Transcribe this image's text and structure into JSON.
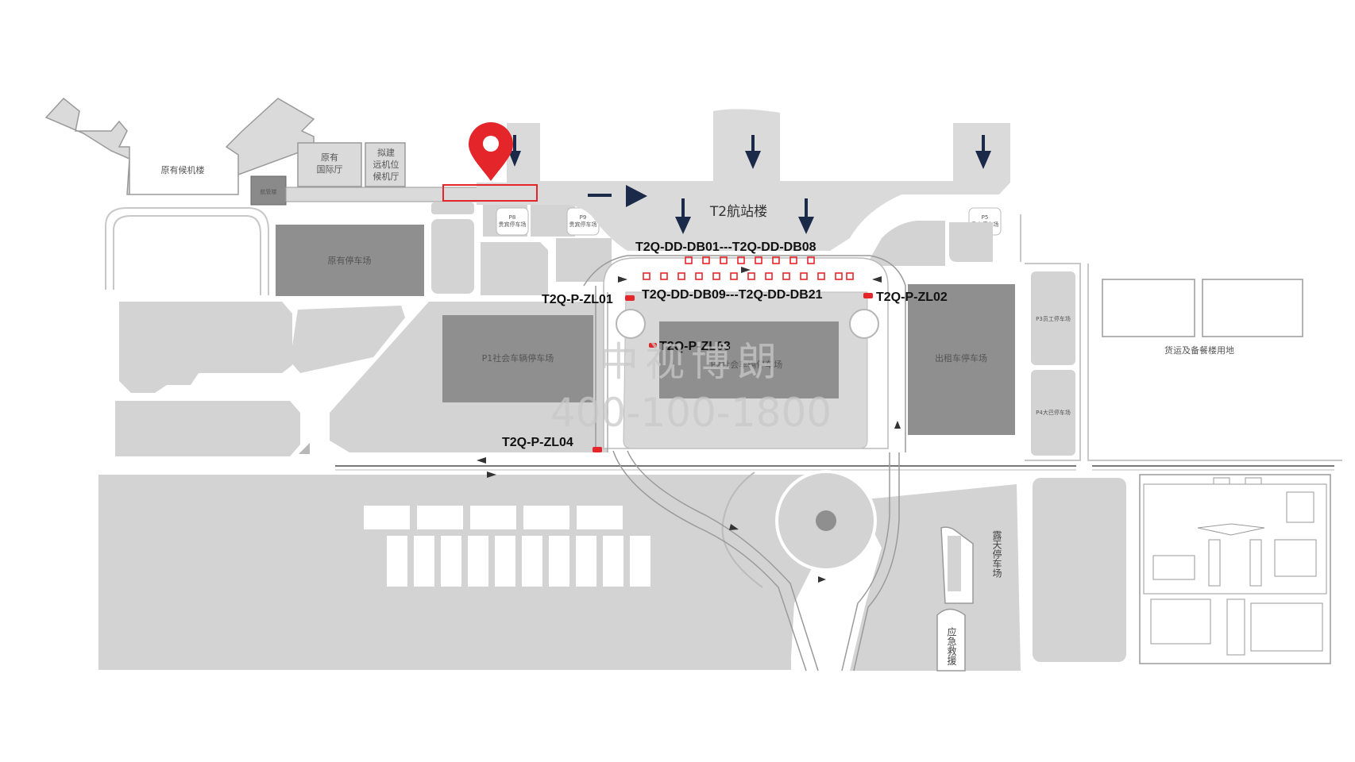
{
  "terminal": {
    "label": "T2航站楼"
  },
  "buildings": {
    "old_terminal": "原有候机楼",
    "old_intl_hall_line1": "原有",
    "old_intl_hall_line2": "国际厅",
    "proposed_line1": "拟建",
    "proposed_line2": "远机位",
    "proposed_line3": "候机厅",
    "atc_building": "航管楼"
  },
  "parking": {
    "old_lot": "原有停车场",
    "p1": "P1社会车辆停车场",
    "p2": "P2社会车辆停车场",
    "taxi": "出租车停车场",
    "p3_staff": "P3员工停车场",
    "p4_coach": "P4大巴停车场",
    "vip1": "P8\n贵宾停车场",
    "vip2": "P9\n贵宾停车场",
    "vip3": "P5\n贵宾停车场",
    "open_air": "露天停车场"
  },
  "areas": {
    "cargo": "货运及备餐楼用地",
    "emergency": "应急救援"
  },
  "ad_spots": {
    "db_top": "T2Q-DD-DB01---T2Q-DD-DB08",
    "db_bottom": "T2Q-DD-DB09---T2Q-DD-DB21",
    "zl01": "T2Q-P-ZL01",
    "zl02": "T2Q-P-ZL02",
    "zl03": "T2Q-P-ZL03",
    "zl04": "T2Q-P-ZL04"
  },
  "watermark": {
    "brand": "中视博朗",
    "phone": "400-100-1800"
  },
  "colors": {
    "building_fill": "#dadada",
    "dark_block": "#8a8a8a",
    "road": "#ffffff",
    "ad_marker": "#e4262a",
    "arrow": "#1c2a4a"
  },
  "marker": {
    "icon": "location-pin-icon"
  }
}
